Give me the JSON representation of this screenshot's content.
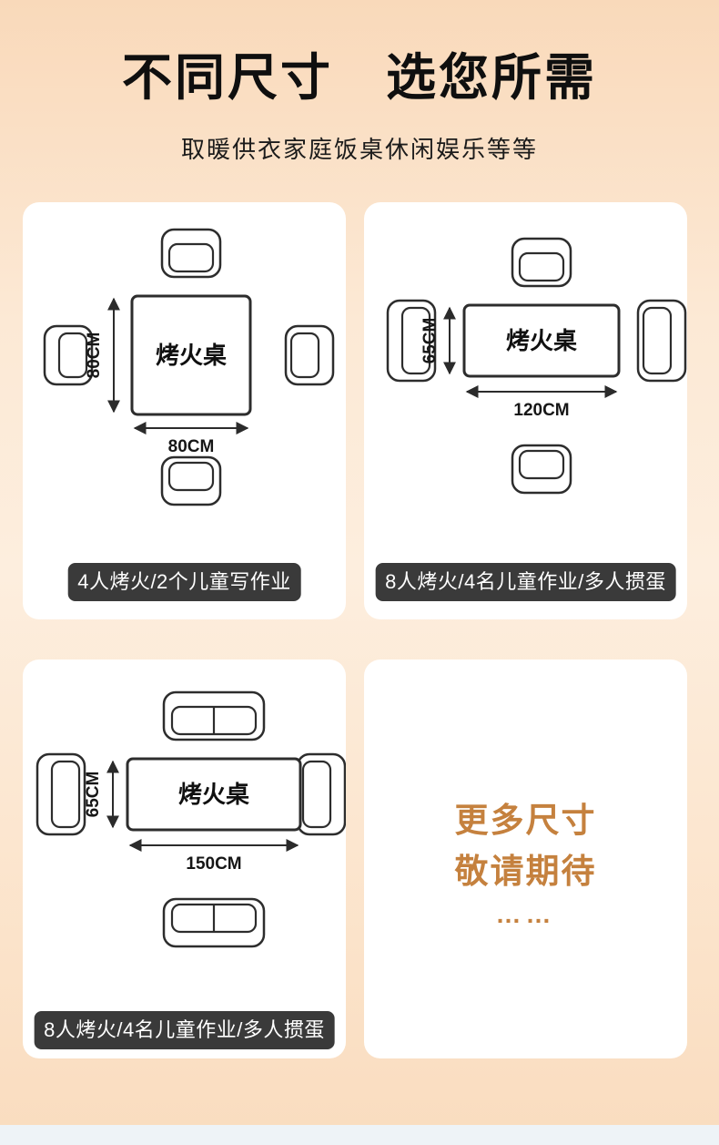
{
  "page": {
    "title": "不同尺寸　选您所需",
    "subtitle": "取暖供衣家庭饭桌休闲娱乐等等"
  },
  "cards": {
    "square": {
      "table_label": "烤火桌",
      "width_label": "80CM",
      "height_label": "80CM",
      "badge": "4人烤火/2个儿童写作业"
    },
    "medium": {
      "table_label": "烤火桌",
      "width_label": "120CM",
      "height_label": "65CM",
      "badge": "8人烤火/4名儿童作业/多人掼蛋"
    },
    "large": {
      "table_label": "烤火桌",
      "width_label": "150CM",
      "height_label": "65CM",
      "badge": "8人烤火/4名儿童作业/多人掼蛋"
    },
    "more": {
      "line1": "更多尺寸",
      "line2": "敬请期待",
      "dots": "……"
    }
  },
  "colors": {
    "accent_orange": "#c5813e",
    "badge_bg": "#3a3a3a",
    "outline": "#2d2d2d",
    "background_peach": "#fbe2c8"
  }
}
